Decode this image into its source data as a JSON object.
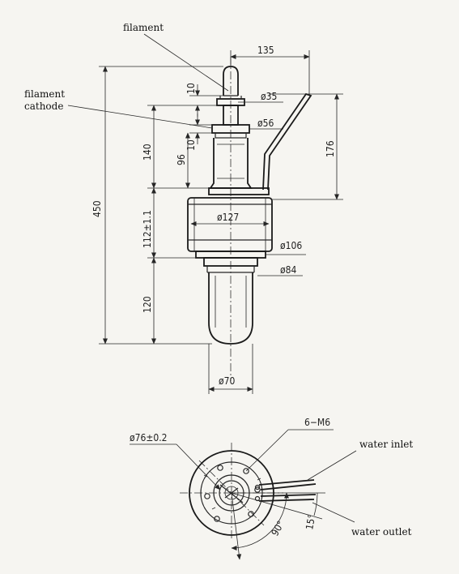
{
  "labels": {
    "filament": "filament",
    "filament_cathode_line1": "filament",
    "filament_cathode_line2": "cathode",
    "water_inlet": "water inlet",
    "water_outlet": "water outlet"
  },
  "dimensions": {
    "width_135": "135",
    "height_450": "450",
    "dim_10_top": "10",
    "dia_35": "ø35",
    "dia_56": "ø56",
    "dim_10_lower": "10",
    "height_140": "140",
    "height_96": "96",
    "height_176": "176",
    "height_112": "112±1.1",
    "dia_127": "ø127",
    "dia_106": "ø106",
    "dia_84": "ø84",
    "height_120": "120",
    "dia_70": "ø70",
    "dia_76": "ø76±0.2",
    "thread_6m6": "6−M6",
    "angle_90": "90°",
    "angle_15": "15°"
  }
}
